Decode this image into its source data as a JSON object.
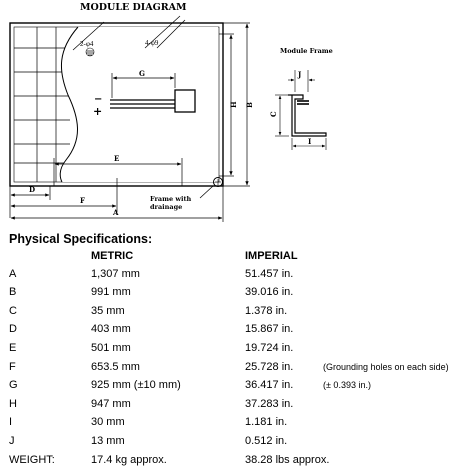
{
  "diagram": {
    "title": "MODULE DIAGRAM",
    "callout_holes_small": "2-φ4",
    "callout_holes_large": "4-φ9",
    "frame_title": "Module Frame",
    "frame_note_line1": "Frame with",
    "frame_note_line2": "drainage",
    "dim_letters": {
      "A": "A",
      "B": "B",
      "C": "C",
      "D": "D",
      "E": "E",
      "F": "F",
      "G": "G",
      "H": "H",
      "I": "I",
      "J": "J"
    },
    "polarity_minus": "−",
    "polarity_plus": "+"
  },
  "specs": {
    "title": "Physical Specifications:",
    "col_metric": "METRIC",
    "col_imperial": "IMPERIAL",
    "rows": [
      {
        "label": "A",
        "metric": "1,307 mm",
        "imperial": "51.457 in.",
        "note": ""
      },
      {
        "label": "B",
        "metric": "991 mm",
        "imperial": "39.016 in.",
        "note": ""
      },
      {
        "label": "C",
        "metric": "35 mm",
        "imperial": "1.378 in.",
        "note": ""
      },
      {
        "label": "D",
        "metric": "403 mm",
        "imperial": "15.867 in.",
        "note": ""
      },
      {
        "label": "E",
        "metric": "501 mm",
        "imperial": "19.724 in.",
        "note": ""
      },
      {
        "label": "F",
        "metric": "653.5 mm",
        "imperial": "25.728 in.",
        "note": "(Grounding holes on each side)"
      },
      {
        "label": "G",
        "metric": "925 mm (±10 mm)",
        "imperial": "36.417 in.",
        "note": "(± 0.393 in.)"
      },
      {
        "label": "H",
        "metric": "947 mm",
        "imperial": "37.283 in.",
        "note": ""
      },
      {
        "label": "I",
        "metric": "30 mm",
        "imperial": "1.181 in.",
        "note": ""
      },
      {
        "label": "J",
        "metric": "13 mm",
        "imperial": "0.512 in.",
        "note": ""
      },
      {
        "label": "WEIGHT:",
        "metric": "17.4 kg approx.",
        "imperial": "38.28 lbs approx.",
        "note": ""
      }
    ]
  }
}
